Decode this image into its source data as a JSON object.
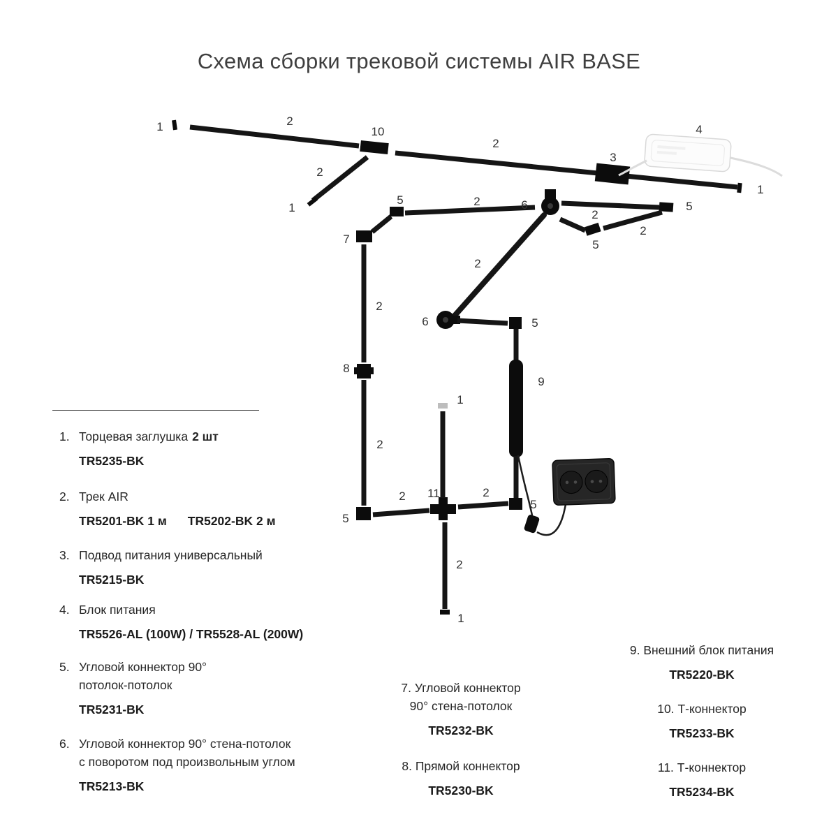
{
  "title": "Схема сборки трековой системы AIR BASE",
  "diagram": {
    "numbers": {
      "n1": "1",
      "n2": "2",
      "n3": "3",
      "n4": "4",
      "n5": "5",
      "n6": "6",
      "n7": "7",
      "n8": "8",
      "n9": "9",
      "n10": "10",
      "n11": "11"
    }
  },
  "legend": {
    "items": [
      {
        "num": "1.",
        "label": "Торцевая заглушка",
        "label_bold": "2 шт",
        "code": "TR5235-BK"
      },
      {
        "num": "2.",
        "label": "Трек AIR",
        "code": "TR5201-BK  1 м",
        "code2": "TR5202-BK  2 м"
      },
      {
        "num": "3.",
        "label": "Подвод питания универсальный",
        "code": "TR5215-BK"
      },
      {
        "num": "4.",
        "label": "Блок питания",
        "code": "TR5526-AL (100W) / TR5528-AL (200W)"
      },
      {
        "num": "5.",
        "label": "Угловой коннектор 90°",
        "label2": "потолок-потолок",
        "code": "TR5231-BK"
      },
      {
        "num": "6.",
        "label": "Угловой коннектор 90° стена-потолок",
        "label2": "с поворотом под произвольным углом",
        "code": "TR5213-BK"
      },
      {
        "num": "7.",
        "label": "Угловой коннектор",
        "label2": "90° стена-потолок",
        "code": "TR5232-BK"
      },
      {
        "num": "8.",
        "label": "Прямой коннектор",
        "code": "TR5230-BK"
      },
      {
        "num": "9.",
        "label": "Внешний блок питания",
        "code": "TR5220-BK"
      },
      {
        "num": "10.",
        "label": "Т-коннектор",
        "code": "TR5233-BK"
      },
      {
        "num": "11.",
        "label": "Т-коннектор",
        "code": "TR5234-BK"
      }
    ]
  }
}
